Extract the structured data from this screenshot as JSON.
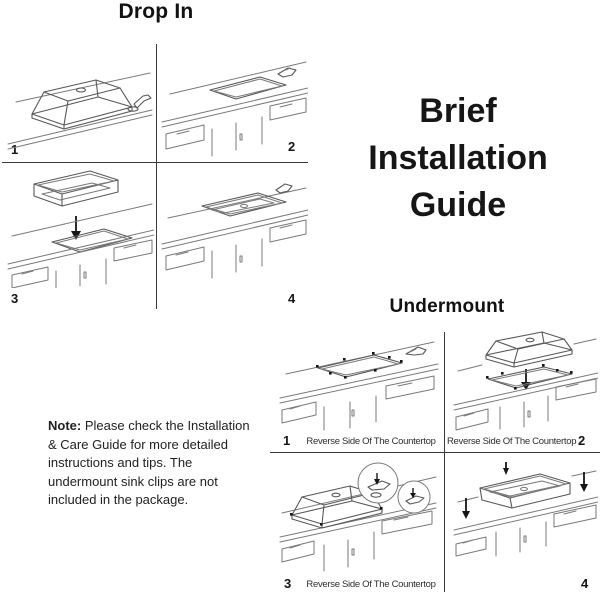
{
  "colors": {
    "background": "#ffffff",
    "line_art": "#7a7a7a",
    "divider": "#3a3a3a",
    "text": "#1c1c1c",
    "arrow": "#161616"
  },
  "main_title": {
    "lines": [
      "Brief",
      "Installation",
      "Guide"
    ]
  },
  "drop_in": {
    "title": "Drop In",
    "steps": [
      {
        "number": "1",
        "alt": "upside-down-sink-on-countertop-with-faucet"
      },
      {
        "number": "2",
        "alt": "countertop-with-cutout-and-faucet"
      },
      {
        "number": "3",
        "alt": "sink-lowered-into-cutout-with-arrow"
      },
      {
        "number": "4",
        "alt": "sink-installed-in-countertop"
      }
    ]
  },
  "undermount": {
    "title": "Undermount",
    "steps": [
      {
        "number": "1",
        "caption": "Reverse Side Of The Countertop",
        "alt": "cutout-with-clip-dots-and-tool"
      },
      {
        "number": "2",
        "caption": "Reverse Side Of The Countertop",
        "alt": "upside-down-sink-lowered-onto-cutout"
      },
      {
        "number": "3",
        "caption": "Reverse Side Of The Countertop",
        "alt": "sink-clamped-with-clip-detail-magnifiers"
      },
      {
        "number": "4",
        "alt": "installed-sink-with-press-down-arrows"
      }
    ]
  },
  "note": {
    "label": "Note:",
    "lines": [
      " Please check the Installation",
      "& Care Guide for more detailed",
      "instructions and tips. The",
      "undermount sink clips are not",
      "included in the package."
    ]
  },
  "icons": {
    "down_arrow": "down-arrow-icon",
    "faucet": "faucet-icon",
    "clip_dot": "clip-dot-icon",
    "magnifier": "magnifier-circle-icon"
  }
}
